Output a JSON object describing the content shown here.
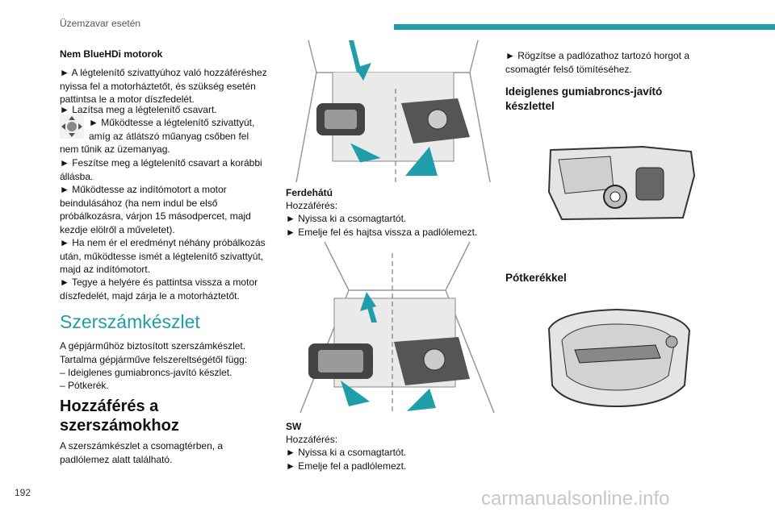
{
  "header": {
    "section_title": "Üzemzavar esetén"
  },
  "page_number": "192",
  "watermark": "carmanualsonline.info",
  "colors": {
    "accent": "#1f9da8",
    "text": "#111111"
  },
  "left": {
    "heading_engine": "Nem BlueHDi motorok",
    "step1": "► A légtelenítő szivattyúhoz való hozzáféréshez nyissa fel a motorháztetőt, és szükség esetén pattintsa le a motor díszfedelét.",
    "step2": "► Lazítsa meg a légtelenítő csavart.",
    "step3_line1": "► Működtesse a légtelenítő szivattyút,",
    "step3_line2": "amíg az átlátszó műanyag csőben fel",
    "step3_line3": "nem tűnik az üzemanyag.",
    "step4": "► Feszítse meg a légtelenítő csavart a korábbi állásba.",
    "step5": "► Működtesse az indítómotort a motor beindulásához (ha nem indul be első próbálkozásra, várjon 15 másodpercet, majd kezdje elölről a műveletet).",
    "step6": "► Ha nem ér el eredményt néhány próbálkozás után, működtesse ismét a légtelenítő szivattyút, majd az indítómotort.",
    "step7": "► Tegye a helyére és pattintsa vissza a motor díszfedelét, majd zárja le a motorháztetőt.",
    "section_title": "Szerszámkészlet",
    "section_intro": "A gépjárműhöz biztosított szerszámkészlet. Tartalma gépjárműve felszereltségétől függ:",
    "item1": "– Ideiglenes gumiabroncs-javító készlet.",
    "item2": "– Pótkerék.",
    "heading_access_line1": "Hozzáférés a",
    "heading_access_line2": "szerszámokhoz",
    "access_text": "A szerszámkészlet a csomagtérben, a padlólemez alatt található."
  },
  "middle": {
    "hatch_title": "Ferdehátú",
    "hatch_access": "Hozzáférés:",
    "hatch_step1": "► Nyissa ki a csomagtartót.",
    "hatch_step2": "► Emelje fel és hajtsa vissza a padlólemezt.",
    "sw_title": "SW",
    "sw_access": "Hozzáférés:",
    "sw_step1": "► Nyissa ki a csomagtartót.",
    "sw_step2": "► Emelje fel a padlólemezt."
  },
  "right": {
    "step_hook": "► Rögzítse a padlózathoz tartozó horgot a csomagtér felső tömítéséhez.",
    "heading_repair_line1": "Ideiglenes gumiabroncs-javító",
    "heading_repair_line2": "készlettel",
    "heading_spare": "Pótkerékkel"
  }
}
